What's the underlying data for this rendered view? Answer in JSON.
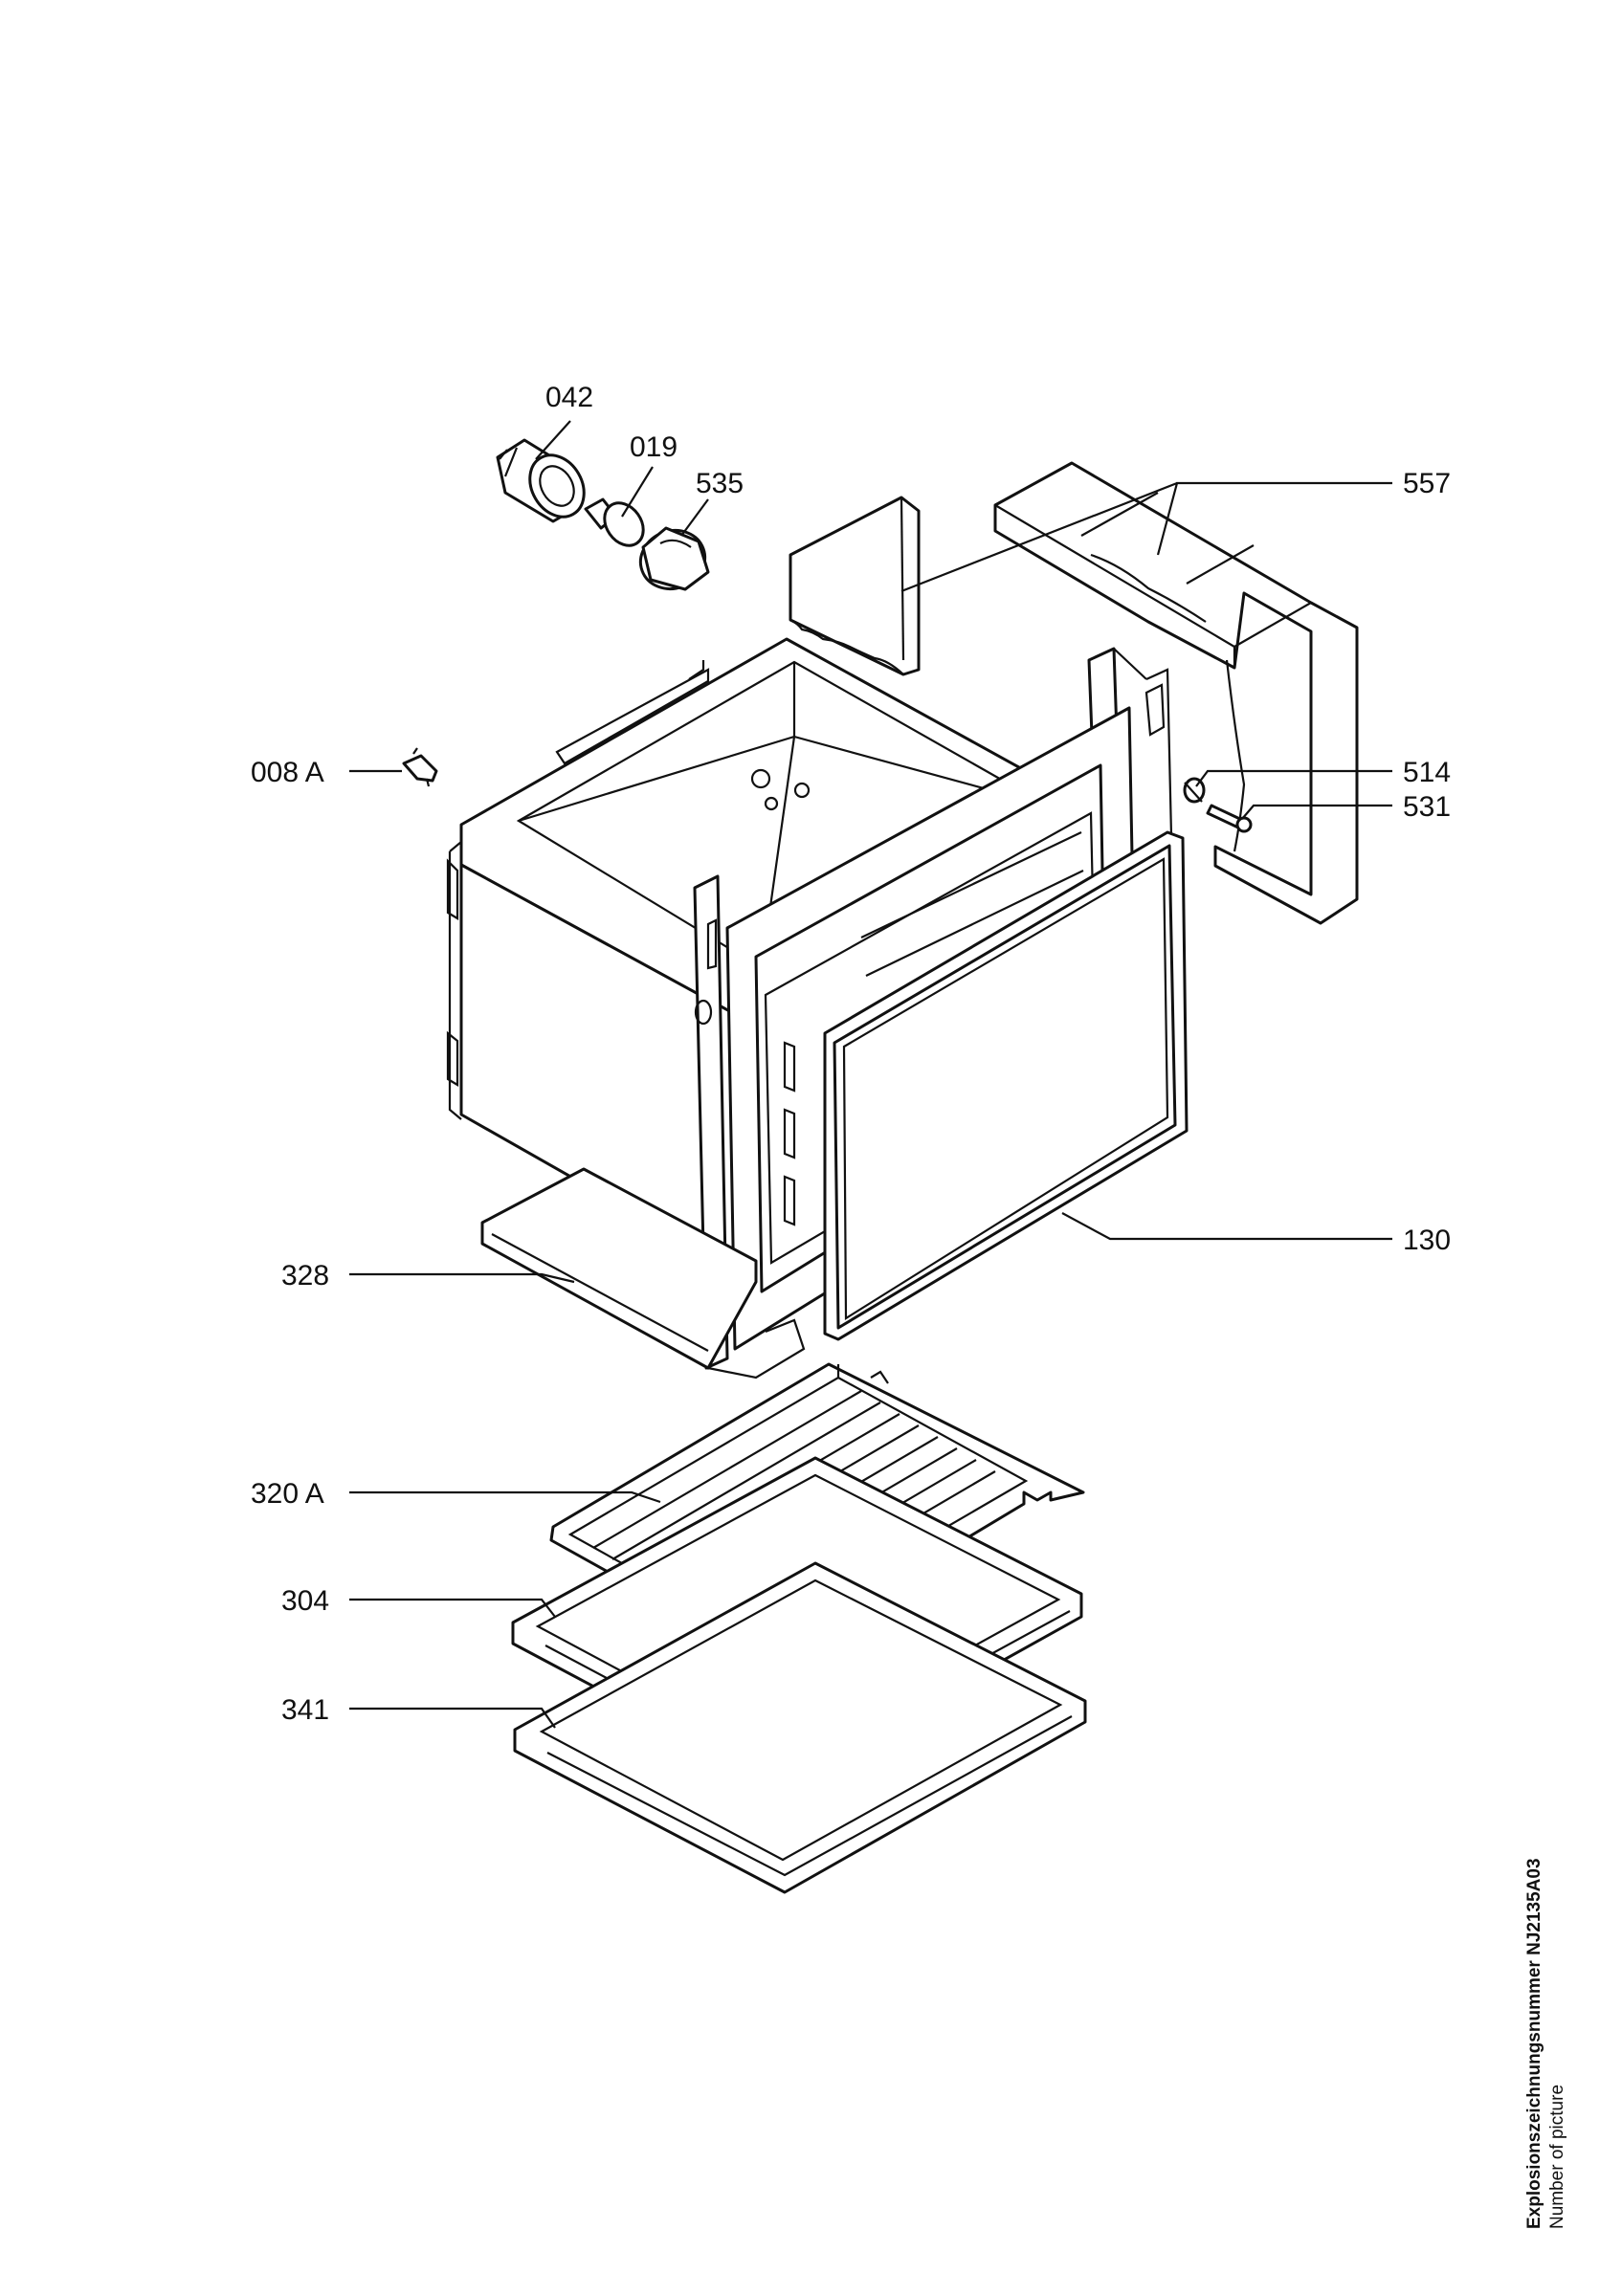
{
  "labels": [
    {
      "id": "042",
      "text": "042"
    },
    {
      "id": "019",
      "text": "019"
    },
    {
      "id": "535",
      "text": "535"
    },
    {
      "id": "557",
      "text": "557"
    },
    {
      "id": "008a",
      "text": "008 A"
    },
    {
      "id": "514",
      "text": "514"
    },
    {
      "id": "531",
      "text": "531"
    },
    {
      "id": "130",
      "text": "130"
    },
    {
      "id": "328",
      "text": "328"
    },
    {
      "id": "320a",
      "text": "320 A"
    },
    {
      "id": "304",
      "text": "304"
    },
    {
      "id": "341",
      "text": "341"
    }
  ],
  "footer": {
    "line1": "Explosionszeichnungsnummer NJ2135A03",
    "line2": "Number of picture"
  }
}
